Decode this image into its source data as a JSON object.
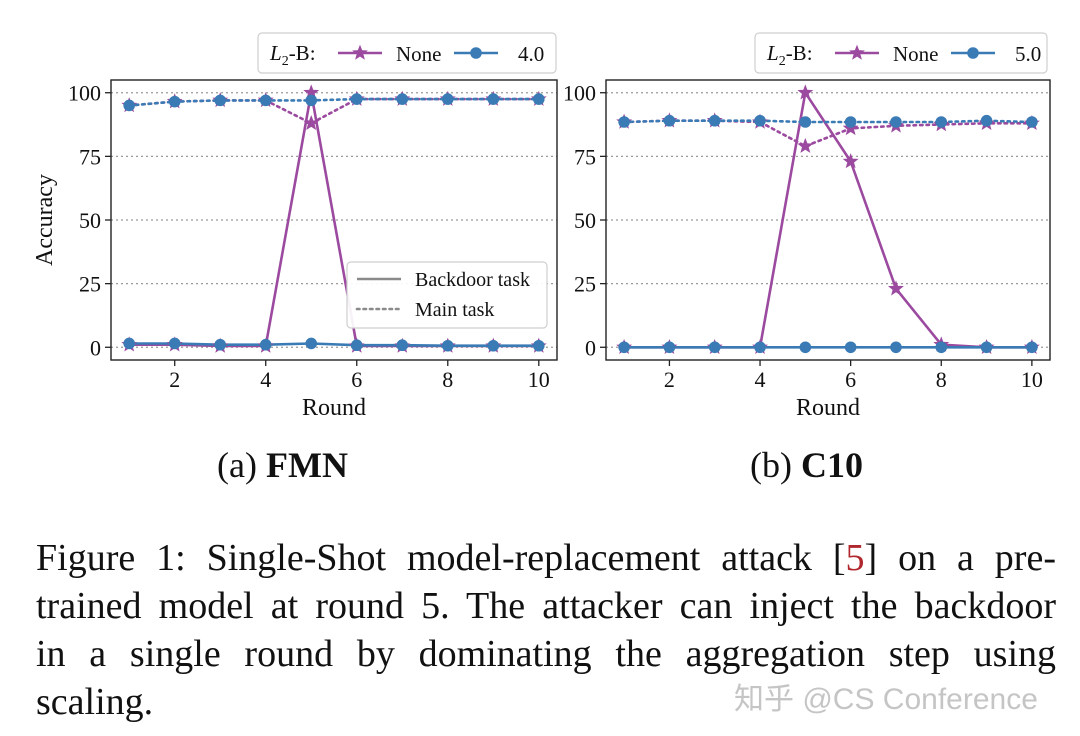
{
  "chart_data": [
    {
      "type": "line",
      "subcaption_prefix": "(a) ",
      "subcaption_bold": "FMN",
      "xlabel": "Round",
      "ylabel": "Accuracy",
      "xlim": [
        0.6,
        10.4
      ],
      "ylim": [
        -5,
        105
      ],
      "xticks": [
        2,
        4,
        6,
        8,
        10
      ],
      "yticks": [
        0,
        25,
        50,
        75,
        100
      ],
      "grid": "horizontal dotted",
      "legend_title": "L2-B:",
      "legend_placement": "top",
      "style_legend_placement": "center-right",
      "style_legend": [
        "Backdoor task",
        "Main task"
      ],
      "series": [
        {
          "name": "None",
          "task": "Backdoor task",
          "color": "#9b4a9f",
          "marker": "star",
          "linestyle": "solid",
          "x": [
            1,
            2,
            3,
            4,
            5,
            6,
            7,
            8,
            9,
            10
          ],
          "y": [
            1,
            1,
            0.5,
            0.5,
            100,
            0.5,
            0.5,
            0.5,
            0.5,
            0.5
          ]
        },
        {
          "name": "None",
          "task": "Main task",
          "color": "#9b4a9f",
          "marker": "star",
          "linestyle": "dotted",
          "x": [
            1,
            2,
            3,
            4,
            5,
            6,
            7,
            8,
            9,
            10
          ],
          "y": [
            95,
            96.5,
            97,
            97,
            88,
            97.5,
            97.5,
            97.5,
            97.5,
            97.5
          ]
        },
        {
          "name": "4.0",
          "task": "Backdoor task",
          "color": "#3b7bb5",
          "marker": "circle",
          "linestyle": "solid",
          "x": [
            1,
            2,
            3,
            4,
            5,
            6,
            7,
            8,
            9,
            10
          ],
          "y": [
            1.5,
            1.5,
            1,
            1,
            1.5,
            0.8,
            0.8,
            0.6,
            0.6,
            0.6
          ]
        },
        {
          "name": "4.0",
          "task": "Main task",
          "color": "#3b7bb5",
          "marker": "circle",
          "linestyle": "dotted",
          "x": [
            1,
            2,
            3,
            4,
            5,
            6,
            7,
            8,
            9,
            10
          ],
          "y": [
            95,
            96.5,
            97,
            97,
            97,
            97.5,
            97.5,
            97.5,
            97.5,
            97.5
          ]
        }
      ]
    },
    {
      "type": "line",
      "subcaption_prefix": "(b) ",
      "subcaption_bold": "C10",
      "xlabel": "Round",
      "ylabel": "",
      "xlim": [
        0.6,
        10.4
      ],
      "ylim": [
        -5,
        105
      ],
      "xticks": [
        2,
        4,
        6,
        8,
        10
      ],
      "yticks": [
        0,
        25,
        50,
        75,
        100
      ],
      "grid": "horizontal dotted",
      "legend_title": "L2-B:",
      "legend_placement": "top",
      "series": [
        {
          "name": "None",
          "task": "Backdoor task",
          "color": "#9b4a9f",
          "marker": "star",
          "linestyle": "solid",
          "x": [
            1,
            2,
            3,
            4,
            5,
            6,
            7,
            8,
            9,
            10
          ],
          "y": [
            0,
            0,
            0,
            0,
            100,
            73,
            23,
            1,
            0,
            0
          ]
        },
        {
          "name": "None",
          "task": "Main task",
          "color": "#9b4a9f",
          "marker": "star",
          "linestyle": "dotted",
          "x": [
            1,
            2,
            3,
            4,
            5,
            6,
            7,
            8,
            9,
            10
          ],
          "y": [
            88.5,
            89,
            89,
            88.5,
            79,
            86,
            87,
            87.5,
            88,
            88
          ]
        },
        {
          "name": "5.0",
          "task": "Backdoor task",
          "color": "#3b7bb5",
          "marker": "circle",
          "linestyle": "solid",
          "x": [
            1,
            2,
            3,
            4,
            5,
            6,
            7,
            8,
            9,
            10
          ],
          "y": [
            0,
            0,
            0,
            0,
            0,
            0,
            0,
            0,
            0,
            0
          ]
        },
        {
          "name": "5.0",
          "task": "Main task",
          "color": "#3b7bb5",
          "marker": "circle",
          "linestyle": "dotted",
          "x": [
            1,
            2,
            3,
            4,
            5,
            6,
            7,
            8,
            9,
            10
          ],
          "y": [
            88.5,
            89,
            89,
            89,
            88.5,
            88.5,
            88.5,
            88.5,
            89,
            88.5
          ]
        }
      ]
    }
  ],
  "caption": {
    "line1_before": "Figure 1: Single-Shot model-replacement attack [",
    "cite": "5",
    "line1_after": "] on a pre-",
    "line2": "trained model at round 5. The attacker can inject the backdoor",
    "line3": "in a single round by dominating the aggregation step using",
    "line4": "scaling."
  },
  "watermark": "知乎 @CS Conference"
}
